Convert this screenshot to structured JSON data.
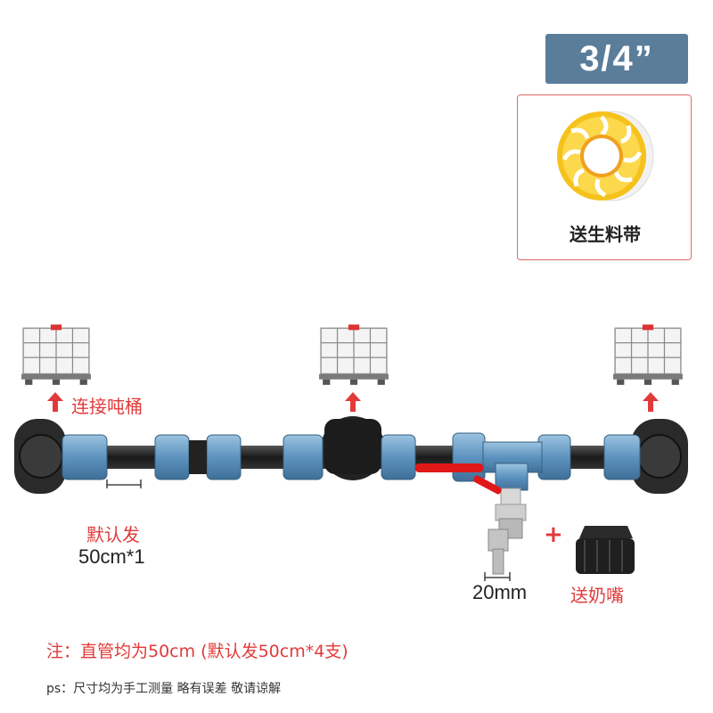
{
  "size_badge": "3/4”",
  "gift": {
    "label": "送生料带",
    "icon": "ptfe-tape-roll-icon"
  },
  "tank_label": "连接吨桶",
  "tanks": [
    "ibc-tank-icon",
    "ibc-tank-icon",
    "ibc-tank-icon"
  ],
  "pipe_length_note": {
    "line1": "默认发",
    "line2": "50cm*1"
  },
  "outlet_size": "20mm",
  "plus": "+",
  "nozzle_label": "送奶嘴",
  "note": "注：直管均为50cm (默认发50cm*4支)",
  "ps": "ps：尺寸均为手工测量 略有误差 敬请谅解",
  "colors": {
    "accent_red": "#e23a3a",
    "badge_blue": "#5a7d9a",
    "coupling_blue": "#6fa3c8",
    "tape_yellow": "#f5c21c"
  }
}
